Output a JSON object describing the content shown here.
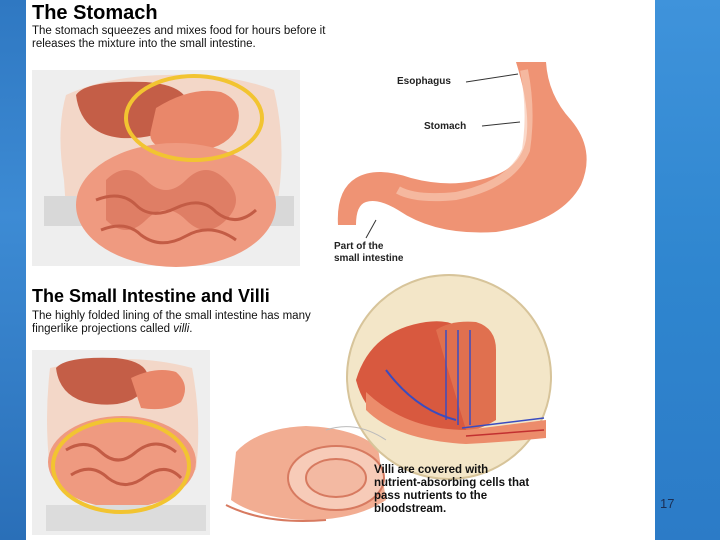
{
  "slide": {
    "page_number": "17"
  },
  "stomach_panel": {
    "title": "The Stomach",
    "description": "The stomach squeezes and mixes food for hours before it releases the mixture into the small intestine.",
    "labels": {
      "esophagus": "Esophagus",
      "stomach": "Stomach",
      "part_line1": "Part of the",
      "part_line2": "small intestine"
    }
  },
  "villi_panel": {
    "title": "The Small Intestine and Villi",
    "description_prefix": "The highly folded lining of the small intestine has many fingerlike projections called ",
    "description_term": "villi",
    "description_suffix": ".",
    "caption": "Villi are covered with nutrient-absorbing cells that pass nutrients to the bloodstream."
  },
  "colors": {
    "highlight_ring": "#f2c431",
    "organ": "#e9876a",
    "background_blue": "#2f86cf"
  }
}
